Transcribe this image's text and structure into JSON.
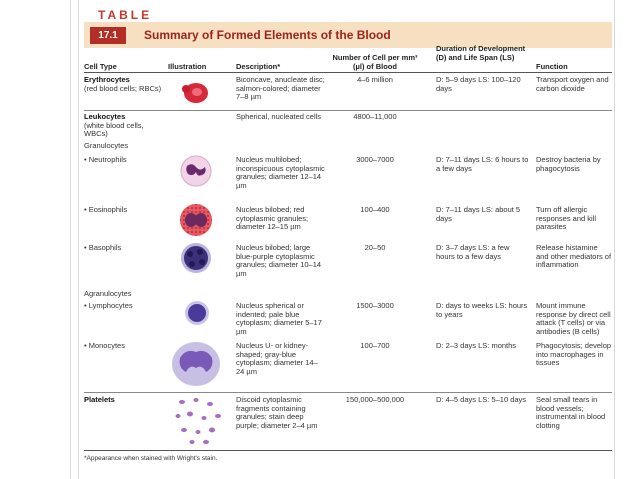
{
  "table": {
    "label": "TABLE",
    "number": "17.1",
    "title": "Summary of Formed Elements of the Blood"
  },
  "headers": {
    "cell_type": "Cell Type",
    "illustration": "Illustration",
    "description": "Description*",
    "number": "Number of Cell per mm³ (µl) of Blood",
    "duration": "Duration of Development (D) and Life Span (LS)",
    "function": "Function"
  },
  "rows": [
    {
      "cell_type": "Erythrocytes",
      "cell_type_sub": "(red blood cells; RBCs)",
      "description": "Biconcave, anucleate disc; salmon-colored; diameter 7–8 µm",
      "number": "4–6 million",
      "duration": "D: 5–9 days LS: 100–120 days",
      "function": "Transport oxygen and carbon dioxide"
    },
    {
      "cell_type": "Leukocytes",
      "cell_type_sub": "(white blood cells, WBCs)",
      "description": "Spherical, nucleated cells",
      "number": "4800–11,000",
      "duration": "",
      "function": ""
    },
    {
      "cell_type": "Granulocytes",
      "description": "",
      "number": "",
      "duration": "",
      "function": ""
    },
    {
      "cell_type": "• Neutrophils",
      "description": "Nucleus multilobed; inconspicuous cytoplasmic granules; diameter 12–14 µm",
      "number": "3000–7000",
      "duration": "D: 7–11 days LS: 6 hours to a few days",
      "function": "Destroy bacteria by phagocytosis"
    },
    {
      "cell_type": "• Eosinophils",
      "description": "Nucleus bilobed; red cytoplasmic granules; diameter 12–15 µm",
      "number": "100–400",
      "duration": "D: 7–11 days LS: about 5 days",
      "function": "Turn off allergic responses and kill parasites"
    },
    {
      "cell_type": "• Basophils",
      "description": "Nucleus bilobed; large blue-purple cytoplasmic granules; diameter 10–14 µm",
      "number": "20–50",
      "duration": "D: 3–7 days LS: a few hours to a few days",
      "function": "Release histamine and other mediators of inflammation"
    },
    {
      "cell_type": "Agranulocytes",
      "description": "",
      "number": "",
      "duration": "",
      "function": ""
    },
    {
      "cell_type": "• Lymphocytes",
      "description": "Nucleus spherical or indented; pale blue cytoplasm; diameter 5–17 µm",
      "number": "1500–3000",
      "duration": "D: days to weeks LS: hours to years",
      "function": "Mount immune response by direct cell attack (T cells) or via antibodies (B cells)"
    },
    {
      "cell_type": "• Monocytes",
      "description": "Nucleus U- or kidney-shaped; gray-blue cytoplasm; diameter 14–24 µm",
      "number": "100–700",
      "duration": "D: 2–3 days LS: months",
      "function": "Phagocytosis; develop into macrophages in tissues"
    },
    {
      "cell_type": "Platelets",
      "description": "Discoid cytoplasmic fragments containing granules; stain deep purple; diameter 2–4 µm",
      "number": "150,000–500,000",
      "duration": "D: 4–5 days LS: 5–10 days",
      "function": "Seal small tears in blood vessels; instrumental in blood clotting"
    }
  ],
  "footnote": "*Appearance when stained with Wright's stain.",
  "colors": {
    "title_band": "#f7e0c2",
    "title_text": "#9c2418",
    "number_box": "#b32e24",
    "table_label": "#c0392b"
  }
}
